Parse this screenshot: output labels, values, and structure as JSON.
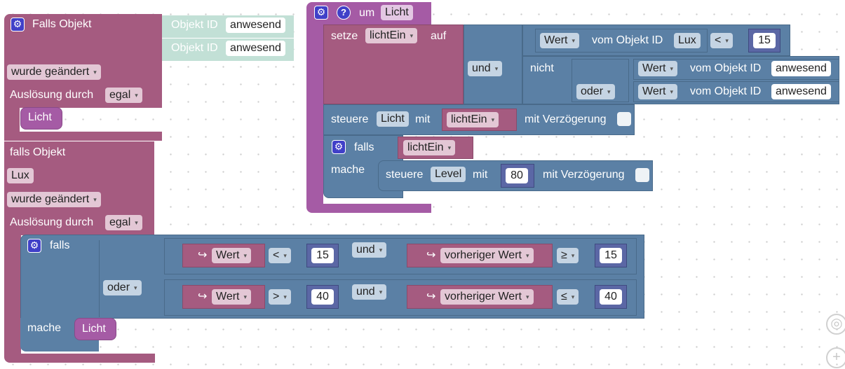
{
  "block_falls_objekt_1": {
    "title": "Falls Objekt",
    "objekt_id_label": "Objekt ID",
    "objekt_ids": [
      "anwesend",
      "anwesend"
    ],
    "trigger": "wurde geändert",
    "ausloesung_label": "Auslösung durch",
    "ausloesung_value": "egal",
    "call_label": "Licht"
  },
  "block_falls_objekt_2": {
    "title": "falls Objekt",
    "object": "Lux",
    "trigger": "wurde geändert",
    "ausloesung_label": "Auslösung durch",
    "ausloesung_value": "egal",
    "falls_label": "falls",
    "oder_label": "oder",
    "mache_label": "mache",
    "call_label": "Licht",
    "row1": {
      "arrow": "↪",
      "left": "Wert",
      "op1": "<",
      "val1": "15",
      "und": "und",
      "right": "vorheriger Wert",
      "op2": "≥",
      "val2": "15"
    },
    "row2": {
      "arrow": "↪",
      "left": "Wert",
      "op1": ">",
      "val1": "40",
      "und": "und",
      "right": "vorheriger Wert",
      "op2": "≤",
      "val2": "40"
    }
  },
  "function_block": {
    "um_label": "um",
    "name": "Licht",
    "setze_label": "setze",
    "variable": "lichtEin",
    "auf_label": "auf",
    "und_label": "und",
    "nicht_label": "nicht",
    "oder_label": "oder",
    "wert_label": "Wert",
    "vom_objekt_label": "vom Objekt ID",
    "lux_object": "Lux",
    "op_lt": "<",
    "lux_value": "15",
    "anwesend_1": "anwesend",
    "anwesend_2": "anwesend",
    "steuere_label": "steuere",
    "steuere_target": "Licht",
    "mit_label": "mit",
    "steuere_value": "lichtEin",
    "verzoegerung_label": "mit Verzögerung",
    "falls_label": "falls",
    "falls_var": "lichtEin",
    "mache_label": "mache",
    "steuere2_target": "Level",
    "steuere2_value": "80"
  },
  "icons": {
    "gear": "⚙",
    "help": "?",
    "target": "◎",
    "zoom_in": "+"
  }
}
